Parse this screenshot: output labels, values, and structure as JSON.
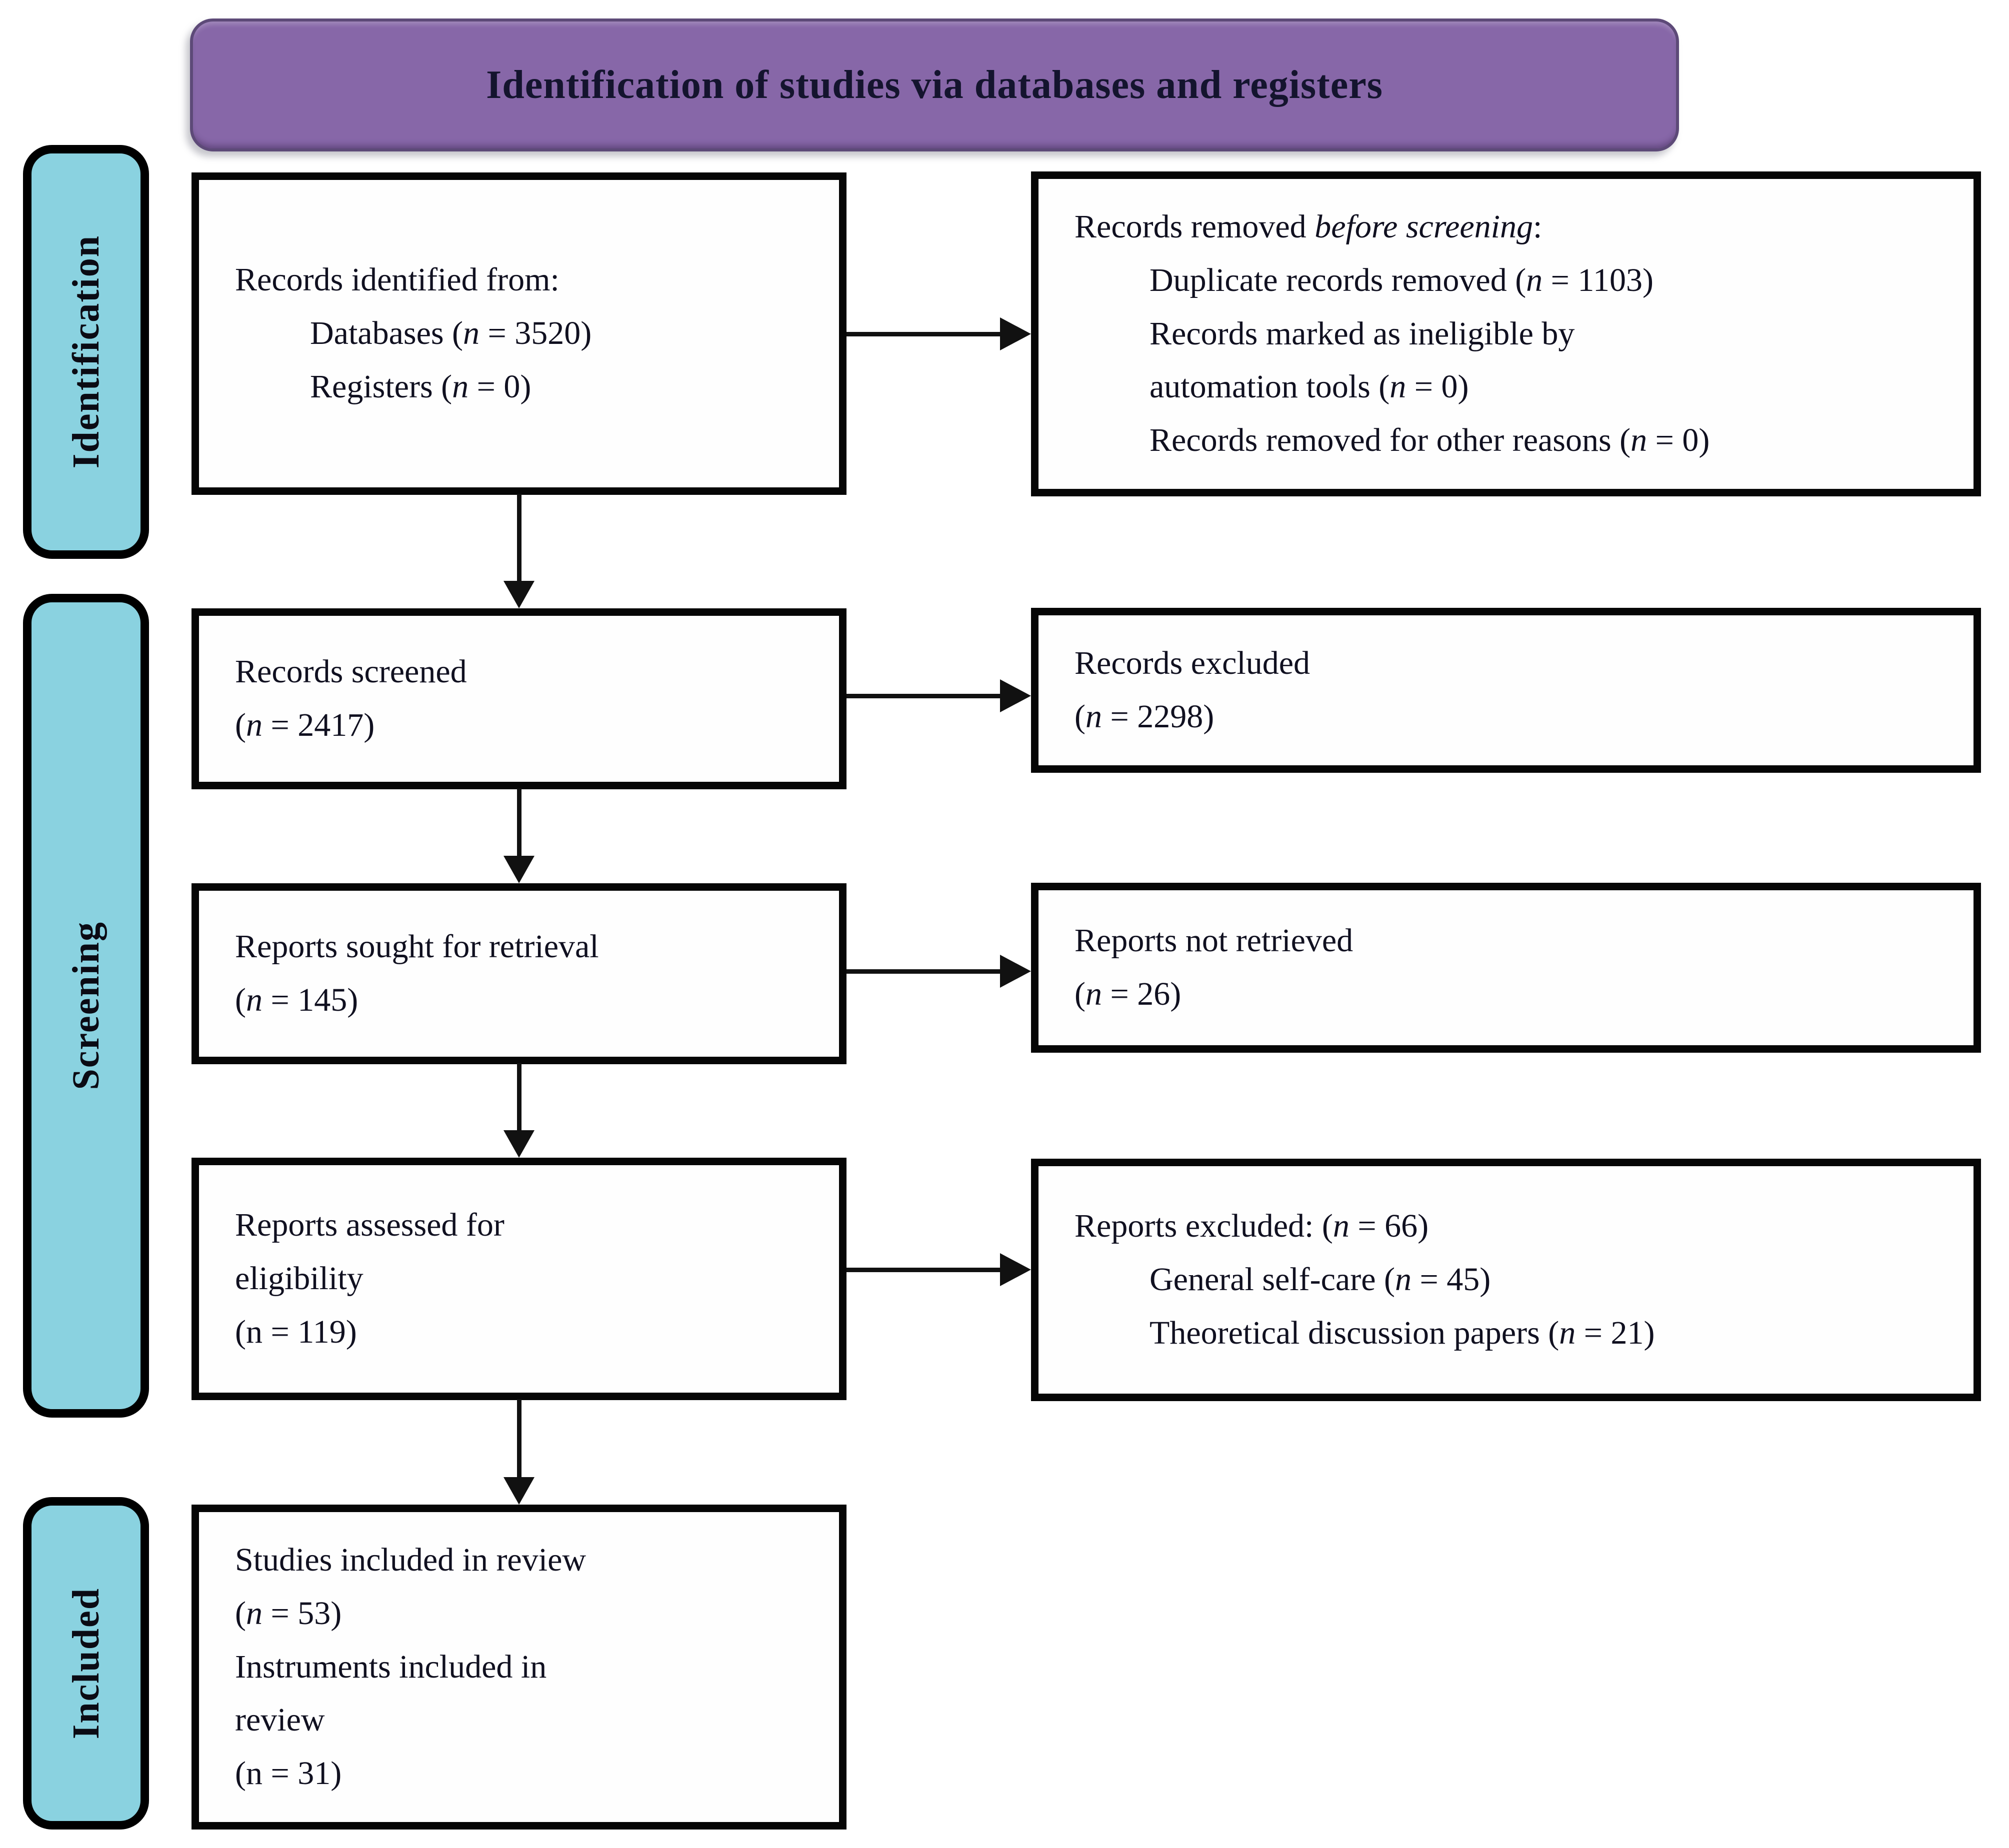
{
  "header": {
    "title": "Identification of studies via databases and registers"
  },
  "sidebar": {
    "items": [
      {
        "id": "identification",
        "label": "Identification"
      },
      {
        "id": "screening",
        "label": "Screening"
      },
      {
        "id": "included",
        "label": "Included"
      }
    ]
  },
  "boxes": {
    "records-identified": {
      "lines": [
        {
          "indent": false,
          "seg": [
            {
              "t": "Records identified from:"
            }
          ]
        },
        {
          "indent": true,
          "seg": [
            {
              "t": "Databases ("
            },
            {
              "t": "n",
              "i": true
            },
            {
              "t": " = 3520)"
            }
          ]
        },
        {
          "indent": true,
          "seg": [
            {
              "t": "Registers ("
            },
            {
              "t": "n",
              "i": true
            },
            {
              "t": " = 0)"
            }
          ]
        }
      ]
    },
    "records-removed": {
      "lines": [
        {
          "indent": false,
          "seg": [
            {
              "t": "Records removed "
            },
            {
              "t": "before screening",
              "i": true
            },
            {
              "t": ":"
            }
          ]
        },
        {
          "indent": true,
          "seg": [
            {
              "t": "Duplicate records removed ("
            },
            {
              "t": "n",
              "i": true
            },
            {
              "t": " = 1103)"
            }
          ]
        },
        {
          "indent": true,
          "seg": [
            {
              "t": "Records marked as ineligible by"
            }
          ]
        },
        {
          "indent": true,
          "seg": [
            {
              "t": "automation tools ("
            },
            {
              "t": "n",
              "i": true
            },
            {
              "t": " = 0)"
            }
          ]
        },
        {
          "indent": true,
          "seg": [
            {
              "t": "Records removed for other reasons ("
            },
            {
              "t": "n",
              "i": true
            },
            {
              "t": " = 0)"
            }
          ]
        }
      ]
    },
    "records-screened": {
      "lines": [
        {
          "indent": false,
          "seg": [
            {
              "t": "Records screened"
            }
          ]
        },
        {
          "indent": false,
          "seg": [
            {
              "t": "("
            },
            {
              "t": "n",
              "i": true
            },
            {
              "t": " = 2417)"
            }
          ]
        }
      ]
    },
    "records-excluded": {
      "lines": [
        {
          "indent": false,
          "seg": [
            {
              "t": "Records excluded"
            }
          ]
        },
        {
          "indent": false,
          "seg": [
            {
              "t": "("
            },
            {
              "t": "n",
              "i": true
            },
            {
              "t": " = 2298)"
            }
          ]
        }
      ]
    },
    "reports-sought": {
      "lines": [
        {
          "indent": false,
          "seg": [
            {
              "t": "Reports sought for retrieval"
            }
          ]
        },
        {
          "indent": false,
          "seg": [
            {
              "t": "("
            },
            {
              "t": "n",
              "i": true
            },
            {
              "t": " = 145)"
            }
          ]
        }
      ]
    },
    "reports-not-retrieved": {
      "lines": [
        {
          "indent": false,
          "seg": [
            {
              "t": "Reports not retrieved"
            }
          ]
        },
        {
          "indent": false,
          "seg": [
            {
              "t": "("
            },
            {
              "t": "n",
              "i": true
            },
            {
              "t": " = 26)"
            }
          ]
        }
      ]
    },
    "reports-assessed": {
      "lines": [
        {
          "indent": false,
          "seg": [
            {
              "t": "Reports assessed for"
            }
          ]
        },
        {
          "indent": false,
          "seg": [
            {
              "t": "eligibility"
            }
          ]
        },
        {
          "indent": false,
          "seg": [
            {
              "t": "(n = 119)"
            }
          ]
        }
      ]
    },
    "reports-excluded": {
      "lines": [
        {
          "indent": false,
          "seg": [
            {
              "t": "Reports excluded: ("
            },
            {
              "t": "n",
              "i": true
            },
            {
              "t": " = 66)"
            }
          ]
        },
        {
          "indent": true,
          "seg": [
            {
              "t": "General self-care ("
            },
            {
              "t": "n",
              "i": true
            },
            {
              "t": " = 45)"
            }
          ]
        },
        {
          "indent": true,
          "seg": [
            {
              "t": "Theoretical discussion papers ("
            },
            {
              "t": "n",
              "i": true
            },
            {
              "t": " = 21)"
            }
          ]
        }
      ]
    },
    "studies-included": {
      "lines": [
        {
          "indent": false,
          "seg": [
            {
              "t": "Studies included in review"
            }
          ]
        },
        {
          "indent": false,
          "seg": [
            {
              "t": "("
            },
            {
              "t": "n",
              "i": true
            },
            {
              "t": " = 53)"
            }
          ]
        },
        {
          "indent": false,
          "seg": [
            {
              "t": "Instruments included in"
            }
          ]
        },
        {
          "indent": false,
          "seg": [
            {
              "t": "review"
            }
          ]
        },
        {
          "indent": false,
          "seg": [
            {
              "t": "(n = 31)"
            }
          ]
        }
      ]
    }
  },
  "colors": {
    "header_fill": "#8767A8",
    "header_border": "#5D4A78",
    "header_text": "#14142E",
    "sidebar_fill": "#8AD2E0",
    "sidebar_border": "#000000",
    "box_fill": "#FEFEFE",
    "box_border": "#060606",
    "arrow": "#111111",
    "text": "#101020"
  }
}
